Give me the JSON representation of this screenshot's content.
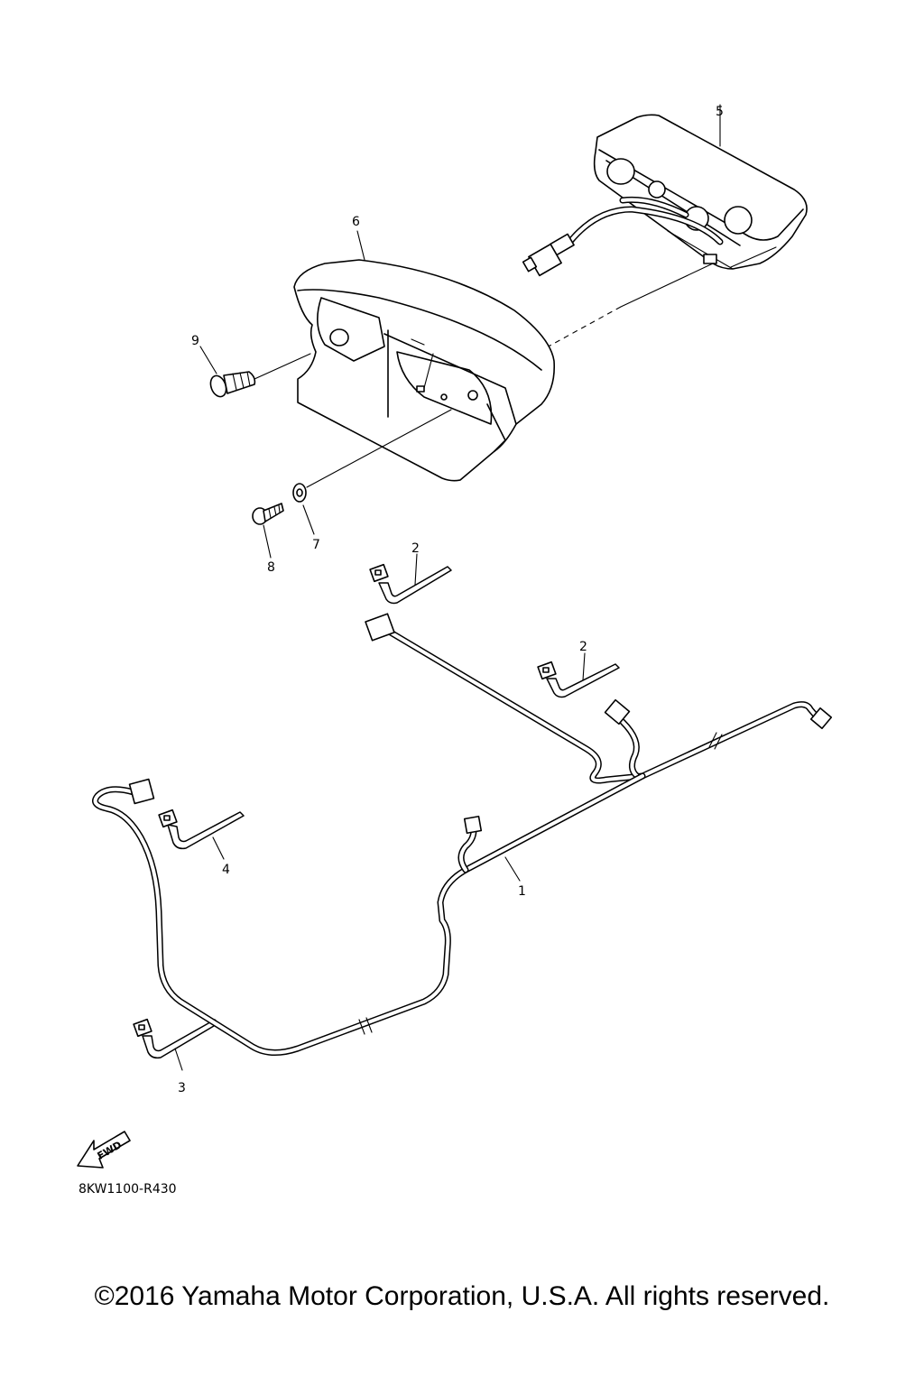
{
  "callouts": {
    "part1": "1",
    "part2a": "2",
    "part2b": "2",
    "part3": "3",
    "part4": "4",
    "part5": "5",
    "part6": "6",
    "part7": "7",
    "part8": "8",
    "part9": "9"
  },
  "fwd_label": "FWD",
  "diagram_code": "8KW1100-R430",
  "copyright": "©2016 Yamaha Motor Corporation, U.S.A. All rights reserved."
}
